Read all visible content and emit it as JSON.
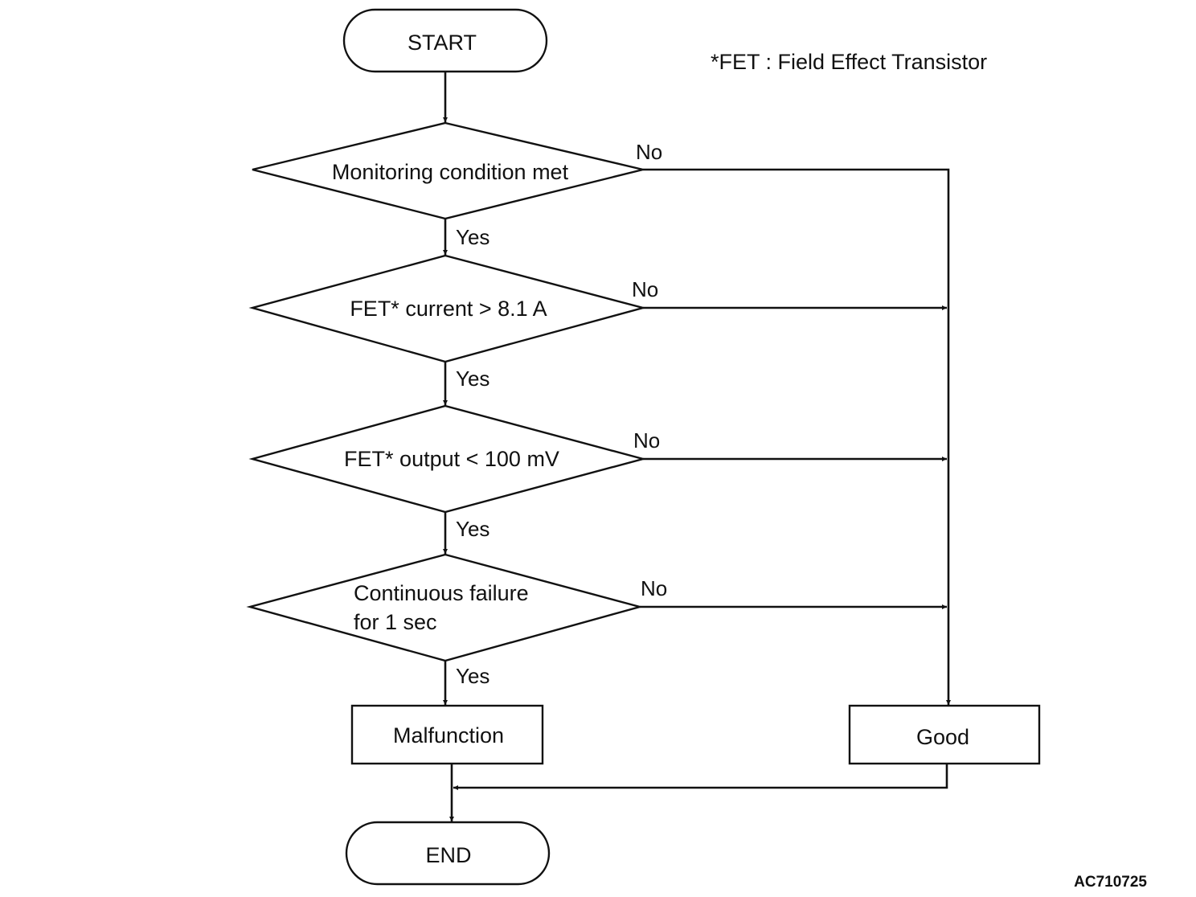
{
  "note": "*FET : Field Effect Transistor",
  "figure_code": "AC710725",
  "nodes": {
    "start": "START",
    "decision_monitoring": "Monitoring condition met",
    "decision_current": "FET* current > 8.1 A",
    "decision_output": "FET* output < 100 mV",
    "decision_continuous_line1": "Continuous failure",
    "decision_continuous_line2": "for 1 sec",
    "malfunction": "Malfunction",
    "good": "Good",
    "end": "END"
  },
  "edges": {
    "yes": "Yes",
    "no": "No"
  }
}
